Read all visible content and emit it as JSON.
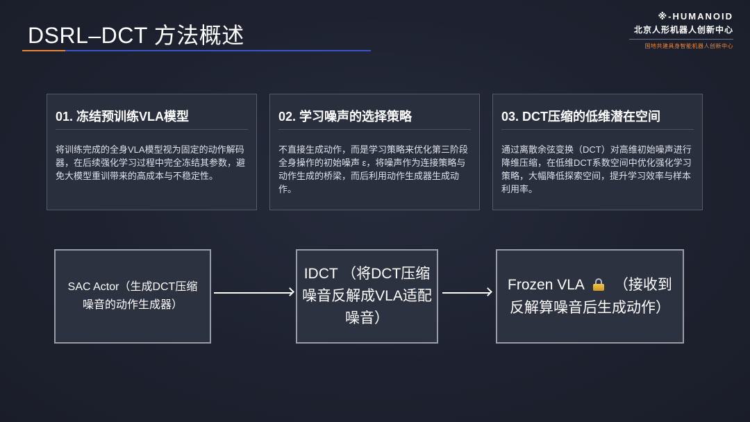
{
  "header": {
    "title": "DSRL–DCT 方法概述",
    "logo_main": "※-HUMANOID",
    "logo_cn": "北京人形机器人创新中心",
    "logo_sub": "国地共建具身智能机器人创新中心",
    "accent_color": "#e8863a",
    "rule_color": "#3a56c8"
  },
  "cards": [
    {
      "title": "01. 冻结预训练VLA模型",
      "body": "将训练完成的全身VLA模型视为固定的动作解码器，在后续强化学习过程中完全冻结其参数，避免大模型重训带来的高成本与不稳定性。"
    },
    {
      "title": "02. 学习噪声的选择策略",
      "body": "不直接生成动作，而是学习策略来优化第三阶段全身操作的初始噪声 ε，将噪声作为连接策略与动作生成的桥梁，而后利用动作生成器生成动作。"
    },
    {
      "title": "03. DCT压缩的低维潜在空间",
      "body": "通过离散余弦变换（DCT）对高维初始噪声进行降维压缩，在低维DCT系数空间中优化强化学习策略，大幅降低探索空间，提升学习效率与样本利用率。"
    }
  ],
  "flow": {
    "step1": "SAC Actor（生成DCT压缩噪音的动作生成器）",
    "step2": "IDCT （将DCT压缩噪音反解成VLA适配噪音）",
    "step3_a": "Frozen VLA",
    "step3_icon": "lock-icon",
    "step3_b": "（接收到反解算噪音后生成动作）"
  }
}
